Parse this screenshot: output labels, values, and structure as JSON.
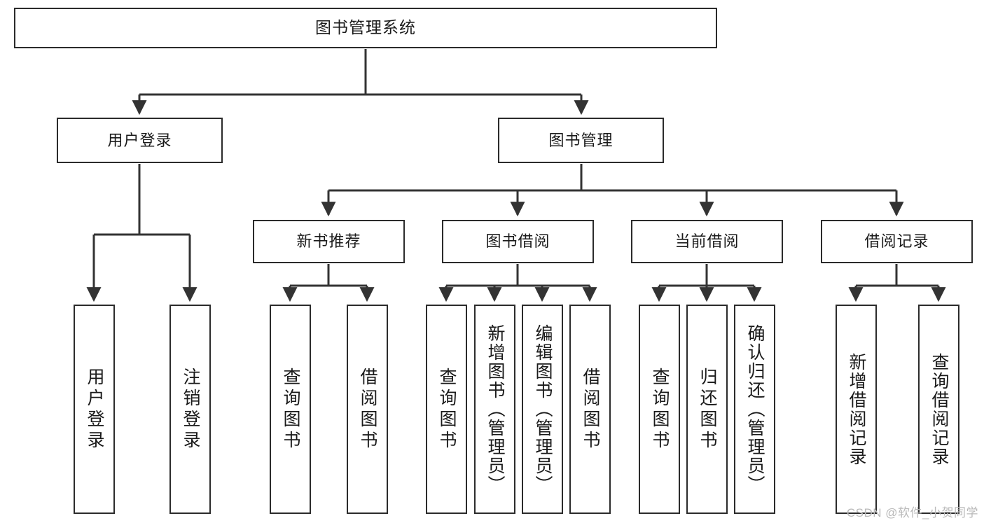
{
  "diagram": {
    "title": "图书管理系统",
    "type": "tree",
    "root": {
      "id": "root",
      "label": "图书管理系统"
    },
    "level2": [
      {
        "id": "user-login",
        "label": "用户登录"
      },
      {
        "id": "book-management",
        "label": "图书管理"
      }
    ],
    "level3": [
      {
        "id": "new-book-recommend",
        "label": "新书推荐",
        "parent": "book-management"
      },
      {
        "id": "book-borrow",
        "label": "图书借阅",
        "parent": "book-management"
      },
      {
        "id": "current-borrow",
        "label": "当前借阅",
        "parent": "book-management"
      },
      {
        "id": "borrow-record",
        "label": "借阅记录",
        "parent": "book-management"
      }
    ],
    "leaves": {
      "user-login": [
        {
          "id": "leaf-user-login",
          "label": "用户登录"
        },
        {
          "id": "leaf-user-logout",
          "label": "注销登录"
        }
      ],
      "new-book-recommend": [
        {
          "id": "leaf-query-book-1",
          "label": "查询图书"
        },
        {
          "id": "leaf-borrow-book-1",
          "label": "借阅图书"
        }
      ],
      "book-borrow": [
        {
          "id": "leaf-query-book-2",
          "label": "查询图书"
        },
        {
          "id": "leaf-add-book",
          "label": "新增图书（管理员）"
        },
        {
          "id": "leaf-edit-book",
          "label": "编辑图书（管理员）"
        },
        {
          "id": "leaf-borrow-book-2",
          "label": "借阅图书"
        }
      ],
      "current-borrow": [
        {
          "id": "leaf-query-book-3",
          "label": "查询图书"
        },
        {
          "id": "leaf-return-book",
          "label": "归还图书"
        },
        {
          "id": "leaf-confirm-return",
          "label": "确认归还（管理员）"
        }
      ],
      "borrow-record": [
        {
          "id": "leaf-add-record",
          "label": "新增借阅记录"
        },
        {
          "id": "leaf-query-record",
          "label": "查询借阅记录"
        }
      ]
    }
  },
  "watermark": {
    "text": "CSDN @软件_小贺同学"
  },
  "colors": {
    "box_border": "#2b2b2b",
    "box_fill": "#ffffff",
    "connector": "#333333",
    "text": "#1a1a1a",
    "watermark": "#b9b9b9",
    "background": "#ffffff"
  }
}
